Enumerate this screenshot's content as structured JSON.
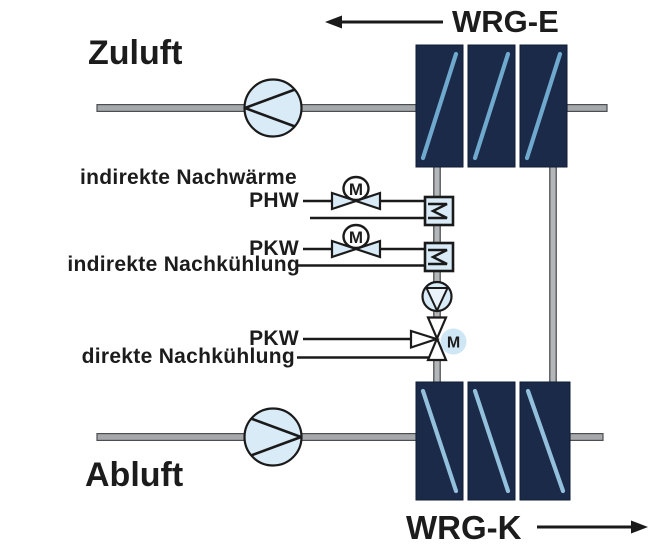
{
  "diagram": {
    "type": "hvac-heat-recovery-schematic",
    "air_streams": {
      "supply_label": "Zuluft",
      "exhaust_label": "Abluft"
    },
    "heat_recovery": {
      "top_label": "WRG-E",
      "bottom_label": "WRG-K"
    },
    "coil_rows": {
      "row1_title": "indirekte Nachwärme",
      "row1_medium": "PHW",
      "row2_medium": "PKW",
      "row2_title": "indirekte Nachkühlung",
      "row3_medium": "PKW",
      "row3_title": "direkte Nachkühlung"
    },
    "motor_label": "M",
    "icons": [
      "fan-icon",
      "motor-valve-icon",
      "three-way-valve-icon",
      "pump-icon",
      "heat-exchanger-icon",
      "arrow-left-icon",
      "arrow-right-icon"
    ],
    "colors": {
      "block_navy": "#1b2a48",
      "block_edge": "#0f1c33",
      "coil_blue_top": "#6fa9cd",
      "coil_blue_bottom": "#93c0dc",
      "duct_gray": "#a6a9ac",
      "duct_edge": "#4c4f52",
      "pipe_gray": "#b4b7ba",
      "pipe_edge": "#333638",
      "symbol_fill": "#d9ebf7",
      "white_fill": "#fdfdfd",
      "motor_badge": "#cfe6f4",
      "line": "#1a1a1a",
      "text": "#1c1c1c",
      "bg": "#ffffff"
    }
  }
}
